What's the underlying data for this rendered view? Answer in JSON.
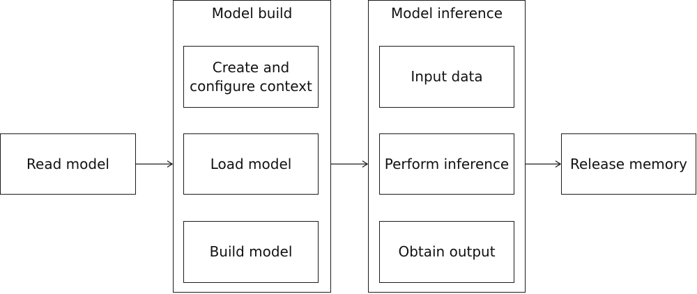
{
  "read_model": "Read model",
  "model_build": {
    "title": "Model build",
    "steps": [
      "Create and\nconfigure context",
      "Load model",
      "Build model"
    ]
  },
  "model_inference": {
    "title": "Model inference",
    "steps": [
      "Input data",
      "Perform inference",
      "Obtain output"
    ]
  },
  "release_memory": "Release memory"
}
